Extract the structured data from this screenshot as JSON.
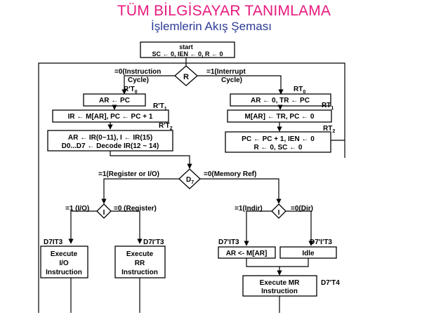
{
  "title": "TÜM BİLGİSAYAR TANIMLAMA",
  "subtitle": "İşlemlerin Akış Şeması",
  "start": {
    "line1": "start",
    "line2": "SC ← 0, IEN ← 0, R ← 0"
  },
  "decision_r": "R",
  "instruction_cycle": {
    "line1": "=0(Instruction",
    "line2": "Cycle)"
  },
  "interrupt_cycle": {
    "line1": "=1(Interrupt",
    "line2": "Cycle)"
  },
  "left_chain": {
    "t0_label": "R'T",
    "t0_sub": "0",
    "box1": "AR ← PC",
    "t1_label": "R'T",
    "t1_sub": "1",
    "box2": "IR ← M[AR], PC ← PC + 1",
    "t2_label": "R'T",
    "t2_sub": "2",
    "box3_line1": "AR ← IR(0~11), I ← IR(15)",
    "box3_line2": "D0...D7 ← Decode IR(12 ~ 14)"
  },
  "right_chain": {
    "t0_label": "RT",
    "t0_sub": "0",
    "box1": "AR ← 0, TR ← PC",
    "t1_label": "RT",
    "t1_sub": "1",
    "box2": "M[AR] ← TR, PC ← 0",
    "t2_label": "RT",
    "t2_sub": "2",
    "box3_line1": "PC ← PC + 1, IEN ← 0",
    "box3_line2": "R ← 0, SC ← 0"
  },
  "decision_d7": {
    "label": "D",
    "sub": "7"
  },
  "reg_or_io": "=1(Register or I/O)",
  "memory_ref": "=0(Memory Ref)",
  "decision_i_left": "I",
  "io_branch": "=1 (I/O)",
  "register_branch": "=0 (Register)",
  "decision_i_right": "I",
  "indir_branch": "=1(Indir)",
  "dir_branch": "=0(Dir)",
  "io_cond": "D7IT3",
  "rr_cond": "D7I'T3",
  "indir_cond": "D7'IT3",
  "dir_cond": "D7'I'T3",
  "exec_io": [
    "Execute",
    "I/O",
    "Instruction"
  ],
  "exec_rr": [
    "Execute",
    "RR",
    "Instruction"
  ],
  "indirect_box": "AR <- M[AR]",
  "idle_box": "Idle",
  "exec_mr": [
    "Execute MR",
    "Instruction"
  ],
  "mr_cond": "D7'T4"
}
